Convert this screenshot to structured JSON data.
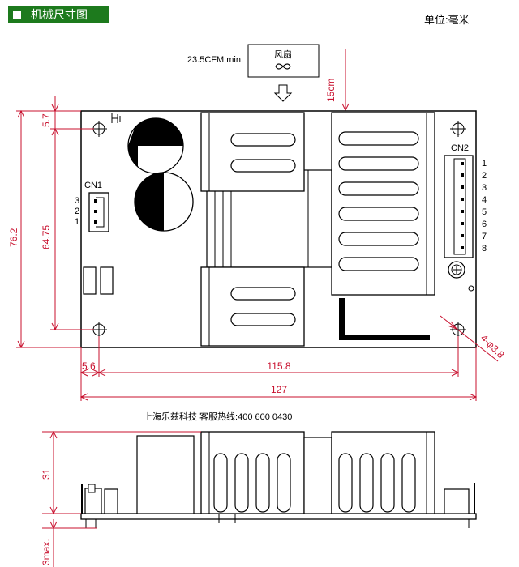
{
  "header": {
    "title": "机械尺寸图",
    "unit": "单位:毫米"
  },
  "fan": {
    "flow": "23.5CFM min.",
    "label": "风扇",
    "distance": "15cm"
  },
  "top_view": {
    "cn1": {
      "label": "CN1",
      "pins": [
        "3",
        "2",
        "1"
      ]
    },
    "cn2": {
      "label": "CN2",
      "pins": [
        "1",
        "2",
        "3",
        "4",
        "5",
        "6",
        "7",
        "8"
      ]
    },
    "dims": {
      "top_offset": "5.7",
      "total_height": "76.2",
      "hole_pitch_v": "64.75",
      "left_offset": "5.6",
      "hole_pitch_h": "115.8",
      "total_width": "127",
      "hole_spec": "4-φ3.8"
    }
  },
  "contact": "上海乐兹科技 客服热线:400 600 0430",
  "side_view": {
    "dims": {
      "height": "31",
      "clearance": "3max."
    }
  }
}
